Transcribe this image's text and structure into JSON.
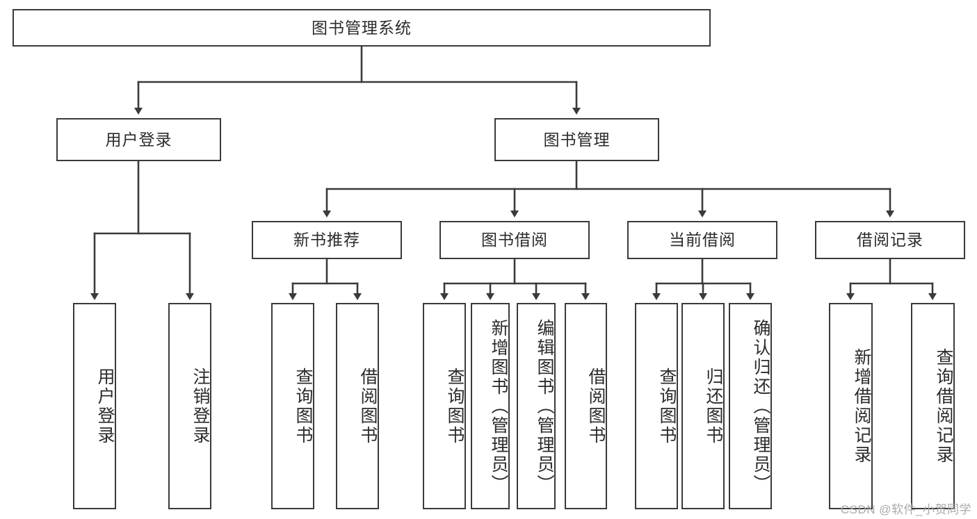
{
  "diagram": {
    "type": "tree-hierarchy-chart",
    "title": "图书管理系统",
    "stroke_color": "#3a3a3a",
    "background_color": "#ffffff",
    "text_color": "#2b2b2b",
    "levels": 4,
    "root": {
      "id": "root",
      "label": "图书管理系统"
    },
    "level2": [
      {
        "id": "user-login",
        "label": "用户登录"
      },
      {
        "id": "book-manage",
        "label": "图书管理"
      }
    ],
    "level3": [
      {
        "id": "new-book-recommend",
        "label": "新书推荐",
        "parent": "book-manage"
      },
      {
        "id": "book-borrow",
        "label": "图书借阅",
        "parent": "book-manage"
      },
      {
        "id": "current-borrow",
        "label": "当前借阅",
        "parent": "book-manage"
      },
      {
        "id": "borrow-record",
        "label": "借阅记录",
        "parent": "book-manage"
      }
    ],
    "leaves": [
      {
        "id": "leaf-user-login",
        "label": "用户登录",
        "parent": "user-login"
      },
      {
        "id": "leaf-logout-login",
        "label": "注销登录",
        "parent": "user-login"
      },
      {
        "id": "leaf-query-book-1",
        "label": "查询图书",
        "parent": "new-book-recommend"
      },
      {
        "id": "leaf-borrow-book-1",
        "label": "借阅图书",
        "parent": "new-book-recommend"
      },
      {
        "id": "leaf-query-book-2",
        "label": "查询图书",
        "parent": "book-borrow"
      },
      {
        "id": "leaf-add-book",
        "label": "新增图书（管理员）",
        "parent": "book-borrow"
      },
      {
        "id": "leaf-edit-book",
        "label": "编辑图书（管理员）",
        "parent": "book-borrow"
      },
      {
        "id": "leaf-borrow-book-2",
        "label": "借阅图书",
        "parent": "book-borrow"
      },
      {
        "id": "leaf-query-book-3",
        "label": "查询图书",
        "parent": "current-borrow"
      },
      {
        "id": "leaf-return-book",
        "label": "归还图书",
        "parent": "current-borrow"
      },
      {
        "id": "leaf-confirm-return",
        "label": "确认归还（管理员）",
        "parent": "current-borrow"
      },
      {
        "id": "leaf-add-record",
        "label": "新增借阅记录",
        "parent": "borrow-record"
      },
      {
        "id": "leaf-query-record",
        "label": "查询借阅记录",
        "parent": "borrow-record"
      }
    ]
  },
  "watermark": {
    "text": "CSDN @软件_小贺同学"
  }
}
